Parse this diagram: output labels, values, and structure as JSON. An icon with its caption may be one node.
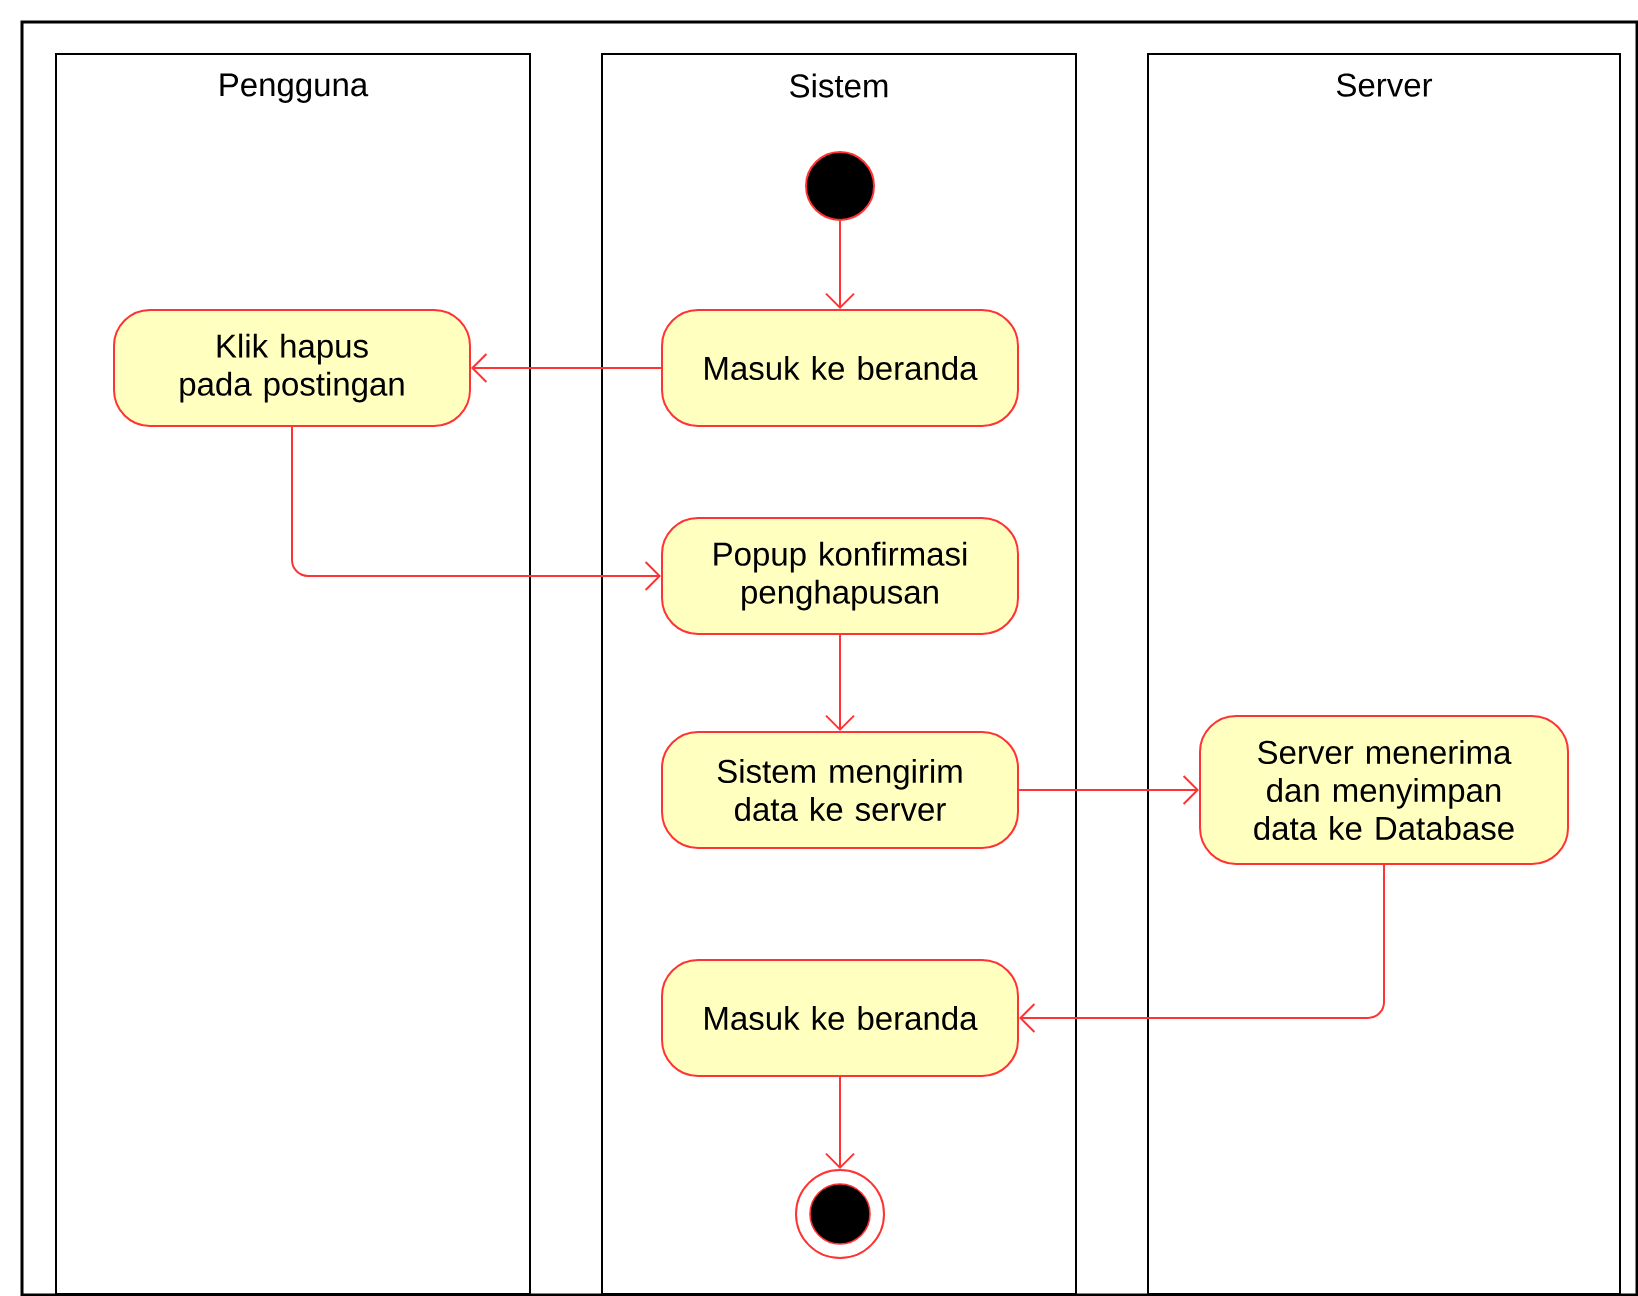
{
  "diagram": {
    "nodes": [
      {
        "text": [
          "Pengguna"
        ]
      },
      {
        "text": [
          "Sistem"
        ]
      },
      {
        "text": [
          "Server"
        ]
      },
      {
        "text": [],
        "shape": "circle",
        "in": 1
      },
      {
        "text": [
          "Masuk ke beranda"
        ],
        "in": 1
      },
      {
        "text": [
          "Klik hapus pada postingan"
        ],
        "in": 0
      },
      {
        "text": [
          "Popup konfirmasi penghapusan"
        ],
        "in": 1
      },
      {
        "text": [
          "Sistem mengirim data ke server"
        ],
        "in": 1
      },
      {
        "text": [
          "Server menerima dan menyimpan data ke Database"
        ],
        "in": 2
      },
      {
        "text": [
          "Masuk ke beranda"
        ],
        "in": 1
      },
      {
        "text": [],
        "shape": "circle",
        "in": 1
      }
    ],
    "edges": [
      {
        "from": 3,
        "to": 4,
        "arrow": "to"
      },
      {
        "from": 4,
        "to": 5,
        "arrow": "to"
      },
      {
        "from": 5,
        "to": 6,
        "arrow": "to"
      },
      {
        "from": 6,
        "to": 7,
        "arrow": "to"
      },
      {
        "from": 7,
        "to": 8,
        "arrow": "to"
      },
      {
        "from": 8,
        "to": 9,
        "arrow": "to"
      },
      {
        "from": 9,
        "to": 10,
        "arrow": "to"
      }
    ]
  }
}
